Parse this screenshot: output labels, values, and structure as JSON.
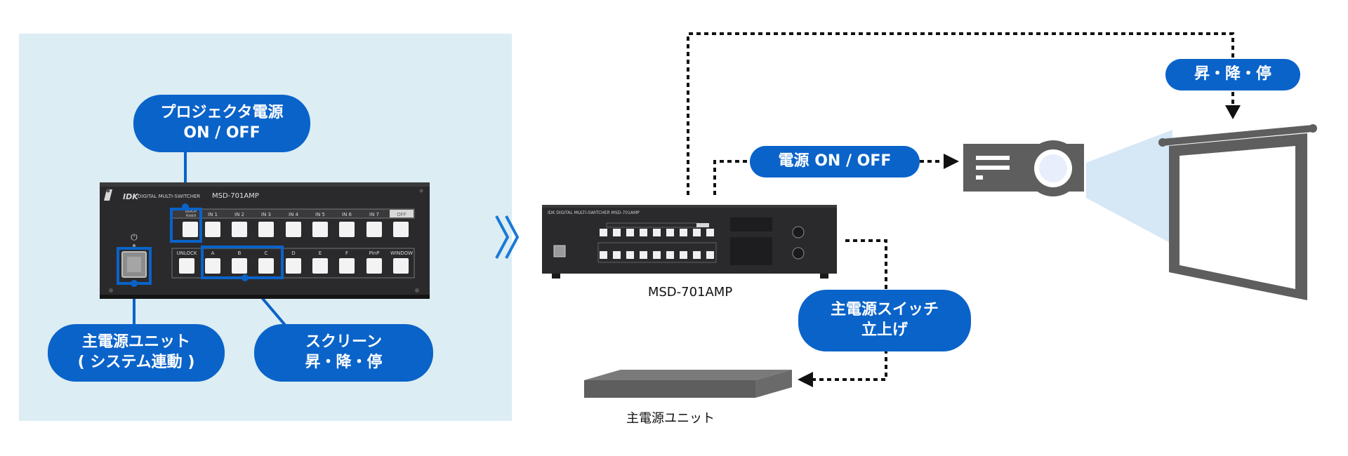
{
  "left_panel": {
    "callouts": {
      "projector_power": [
        "プロジェクタ電源",
        "ON / OFF"
      ],
      "main_power_unit": [
        "主電源ユニット",
        "( システム連動 )"
      ],
      "screen_control": [
        "スクリーン",
        "昇・降・停"
      ]
    },
    "device": {
      "brand": "IDK",
      "name": "DIGITAL MULTI-SWITCHER",
      "model": "MSD-701AMP",
      "top_row_labels": [
        "DISPLAY",
        "POWER",
        "IN 1",
        "IN 2",
        "IN 3",
        "IN 4",
        "IN 5",
        "IN 6",
        "IN 7",
        "OFF"
      ],
      "bottom_row_labels": [
        "UNLOCK",
        "A",
        "B",
        "C",
        "D",
        "E",
        "F",
        "PinP",
        "WINDOW"
      ],
      "power_symbol": "⏻"
    }
  },
  "right_diagram": {
    "switcher_caption": "MSD-701AMP",
    "power_label": "電源 ON / OFF",
    "screen_label": "昇・降・停",
    "main_switch_label": [
      "主電源スイッチ",
      "立上げ"
    ],
    "unit_caption": "主電源ユニット",
    "accent_color": "#0a63c9"
  }
}
